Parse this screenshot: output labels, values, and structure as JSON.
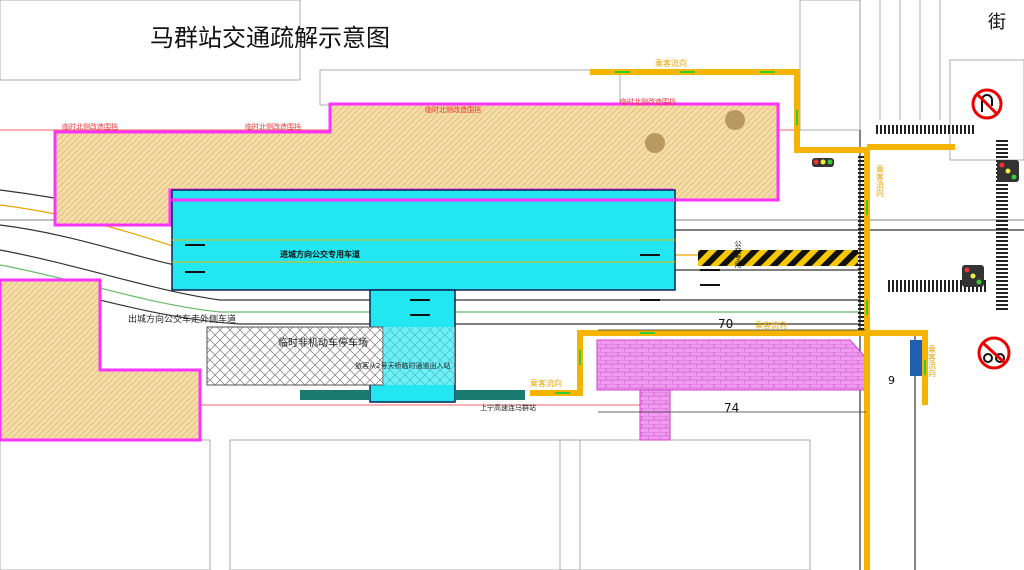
{
  "title": "马群站交通疏解示意图",
  "labels": {
    "fence_north_1": "临时北侧改造围挡",
    "fence_north_2": "临时北侧改造围挡",
    "fence_north_3": "临时北侧改造围挡",
    "fence_north_4": "临时北侧改造围挡",
    "bus_lane_in": "进城方向公交专用车道",
    "bus_lane_out": "出城方向公交车走外侧车道",
    "bike_parking": "临时非机动车停车场",
    "passenger_route": "旅客从2号天桥临时通道出入站",
    "highway_link": "上宁高速连马群站",
    "flow_top": "乘客流向",
    "flow_vertical": "乘客流向",
    "flow_mid": "乘客流向",
    "flow_bottom": "乘客流向",
    "flow_right": "乘客流向",
    "bus_only": "公交专用",
    "street": "街",
    "dim_70": "70",
    "dim_74": "74",
    "dim_9": "9"
  },
  "colors": {
    "fence": "#ff33ff",
    "construction": "#f2d9a0",
    "bus_zone": "#22e6f0",
    "passenger_flow": "#f5b400",
    "plaza": "#f080f0"
  }
}
